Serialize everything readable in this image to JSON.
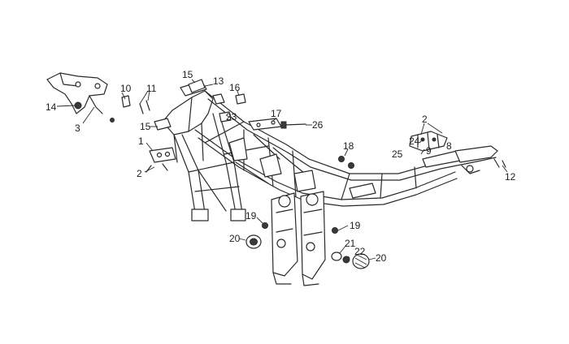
{
  "figure": {
    "background": "#ffffff",
    "line_color": "#2a2a2a",
    "callouts": {
      "c1": "1",
      "c2a": "2",
      "c2b": "2",
      "c3": "3",
      "c8": "8",
      "c9": "9",
      "c10": "10",
      "c11": "11",
      "c12": "12",
      "c13": "13",
      "c14": "14",
      "c15a": "15",
      "c15b": "15",
      "c16": "16",
      "c17": "17",
      "c18": "18",
      "c19a": "19",
      "c19b": "19",
      "c20a": "20",
      "c20b": "20",
      "c21": "21",
      "c22": "22",
      "c23": "23",
      "c24": "24",
      "c25": "25",
      "c26": "26"
    }
  }
}
